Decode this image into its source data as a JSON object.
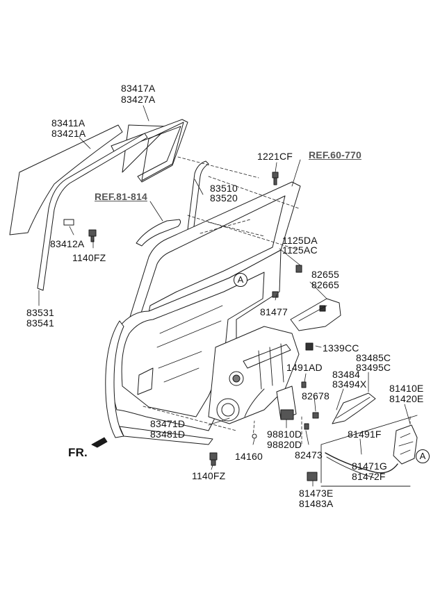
{
  "labels": {
    "p83417A": "83417A",
    "p83427A": "83427A",
    "p83411A": "83411A",
    "p83421A": "83421A",
    "p1221CF": "1221CF",
    "ref60770": "REF.60-770",
    "ref81814": "REF.81-814",
    "p83510": "83510",
    "p83520": "83520",
    "p83412A": "83412A",
    "p1140FZ_top": "1140FZ",
    "p1125DA": "1125DA",
    "p1125AC": "1125AC",
    "p82655": "82655",
    "p82665": "82665",
    "p83531": "83531",
    "p83541": "83541",
    "p81477": "81477",
    "p1339CC": "1339CC",
    "p83485C": "83485C",
    "p83495C": "83495C",
    "p1491AD": "1491AD",
    "p83484": "83484",
    "p83494X": "83494X",
    "p81410E": "81410E",
    "p81420E": "81420E",
    "p82678": "82678",
    "p83471D": "83471D",
    "p83481D": "83481D",
    "p98810D": "98810D",
    "p98820D": "98820D",
    "p81491F": "81491F",
    "p14160": "14160",
    "p82473": "82473",
    "p81471G": "81471G",
    "p81472F": "81472F",
    "fr": "FR.",
    "p1140FZ_bottom": "1140FZ",
    "p81473E": "81473E",
    "p81483A": "81483A"
  },
  "callouts": {
    "a_upper": "A",
    "a_lower": "A"
  },
  "colors": {
    "line": "#1a1a1a",
    "ref_text": "#555555",
    "part_fill": "#ffffff",
    "dark_part": "#3a3a3a"
  }
}
